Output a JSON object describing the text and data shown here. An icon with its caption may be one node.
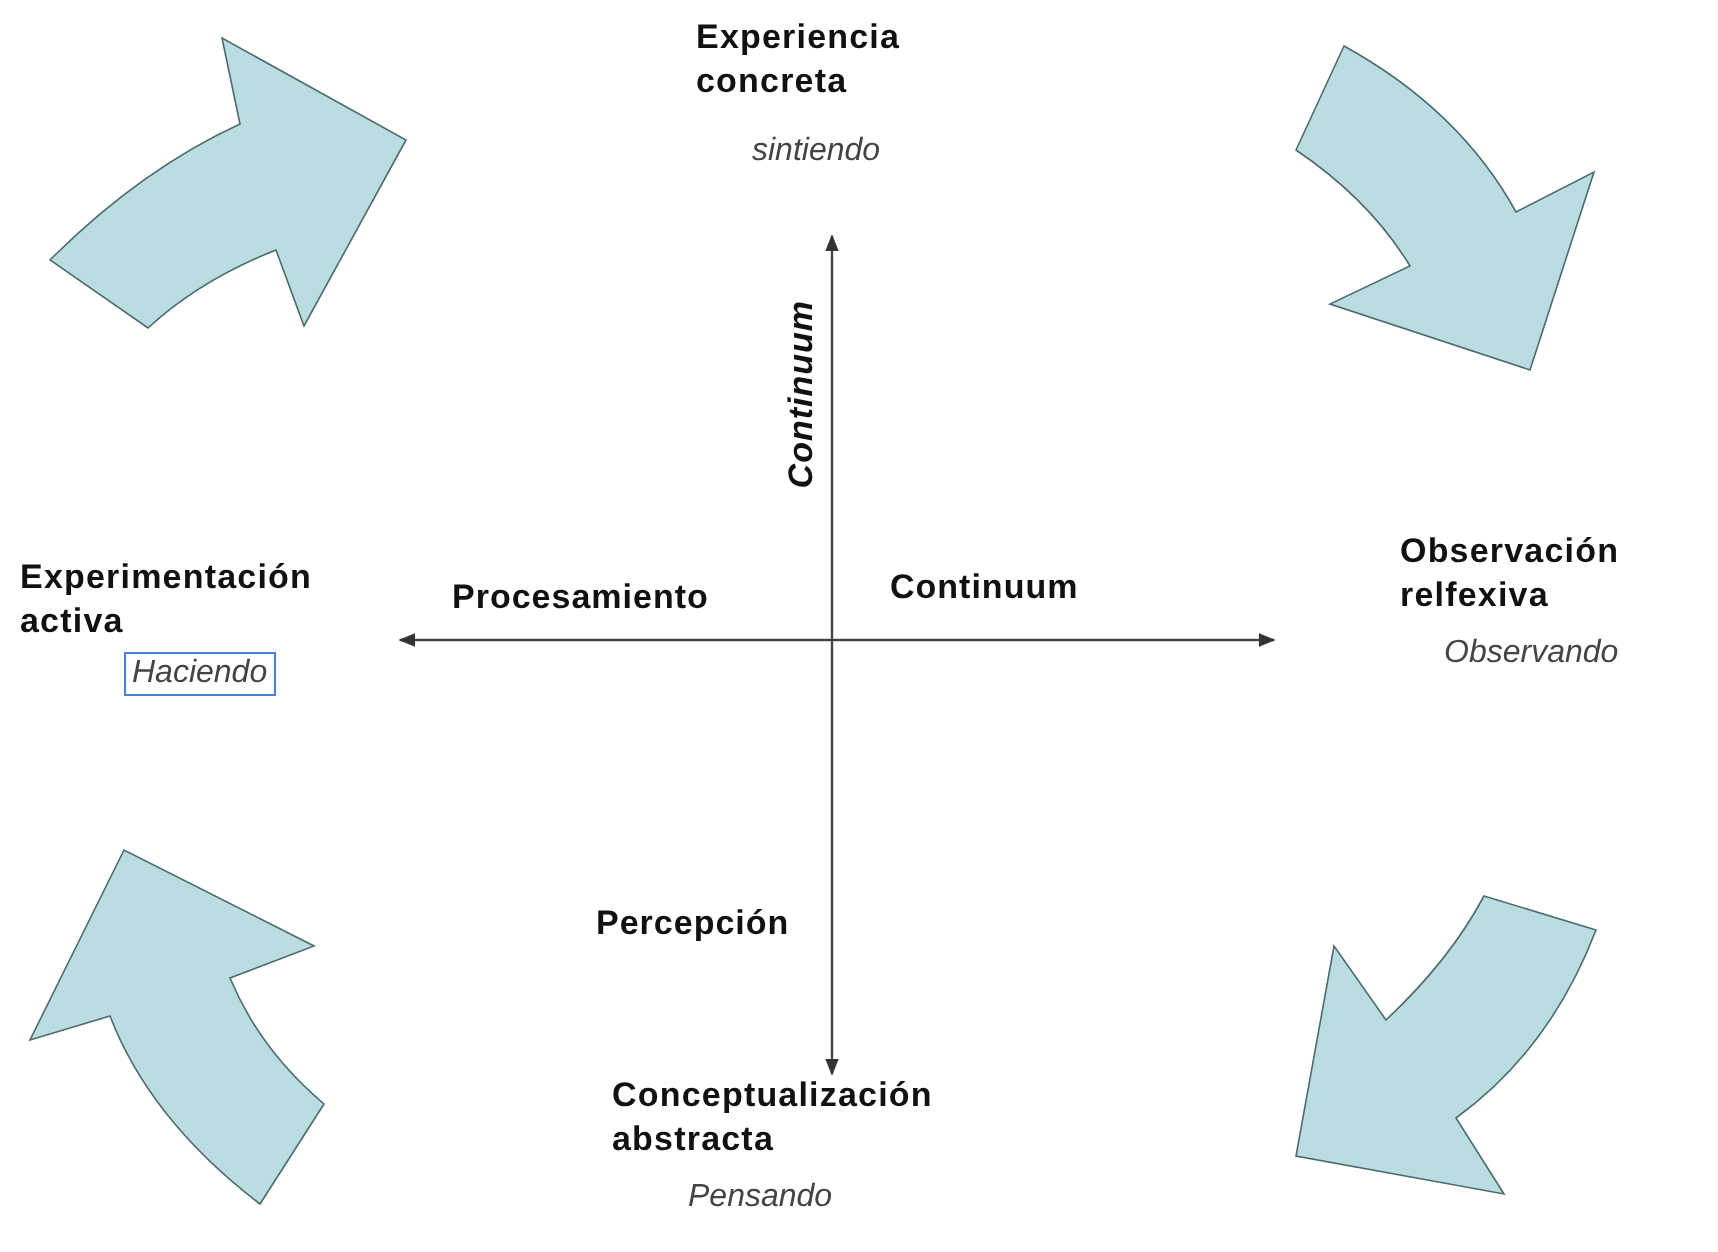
{
  "diagram": {
    "nodes": [
      {
        "text": [
          "Experiencia concreta",
          "sintiendo"
        ]
      },
      {
        "text": [
          "Observación relfexiva",
          "Observando"
        ]
      },
      {
        "text": [
          "Conceptualización abstracta",
          "Pensando"
        ]
      },
      {
        "text": [
          "Experimentación activa",
          "Haciendo"
        ]
      }
    ],
    "edges": [
      {
        "from": 2,
        "to": 0,
        "arrow": "both"
      },
      {
        "from": 3,
        "to": 1,
        "arrow": "both"
      }
    ],
    "labels": [
      "Continuum",
      "Procesamiento",
      "Continuum",
      "Percepción"
    ]
  }
}
